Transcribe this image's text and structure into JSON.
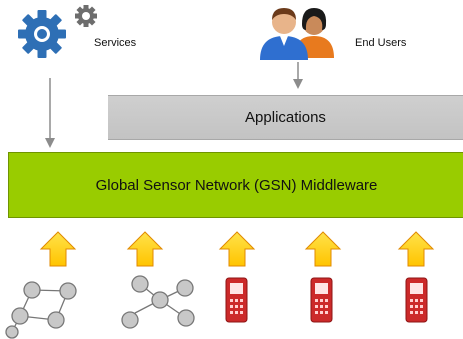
{
  "services_label": "Services",
  "end_users_label": "End Users",
  "applications_label": "Applications",
  "middleware_label": "Global Sensor Network (GSN) Middleware",
  "colors": {
    "gear_blue": "#2e6fb5",
    "gear_gray": "#6d6d6d",
    "applications_box": "#c8c8c8",
    "middleware_box": "#99cc00",
    "up_arrow_fill": "#ffd700",
    "up_arrow_stroke": "#e08a00",
    "node_gray": "#c8c8c8",
    "phone_red": "#cc2a2a"
  },
  "sensor_sources": [
    {
      "kind": "sensor-network",
      "icon": "network-graph-icon"
    },
    {
      "kind": "sensor-network",
      "icon": "network-graph-icon"
    },
    {
      "kind": "mobile-phone",
      "icon": "mobile-phone-icon"
    },
    {
      "kind": "mobile-phone",
      "icon": "mobile-phone-icon"
    },
    {
      "kind": "mobile-phone",
      "icon": "mobile-phone-icon"
    }
  ]
}
